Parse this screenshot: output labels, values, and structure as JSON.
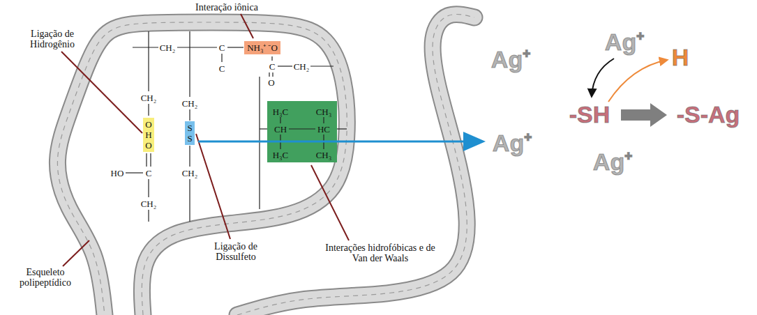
{
  "diagram": {
    "nodes": [
      {
        "text": [
          "NH₃⁺",
          "⁻O"
        ]
      },
      {
        "text": [
          "O",
          "H",
          "O"
        ]
      },
      {
        "text": [
          "S",
          "S"
        ]
      },
      {
        "text": [
          "H₃C",
          "CH₃",
          "CH",
          "HC",
          "H₃C",
          "CH₃"
        ]
      }
    ],
    "labels": [
      "Interação iônica",
      "Ligação de Hidrogênio",
      "CH₂",
      "C",
      "C",
      "C",
      "CH₂",
      "O",
      "CH₂",
      "C",
      "HO",
      "CH₂",
      "CH₂",
      "CH₂",
      "Ligação de Dissulfeto",
      "Interações hidrofóbicas e de Van der Waals",
      "Esqueleto polipeptídico",
      "Ag⁺",
      "Ag⁺",
      "Ag⁺",
      "Ag⁺",
      "H",
      "-SH",
      "-S-Ag"
    ]
  }
}
